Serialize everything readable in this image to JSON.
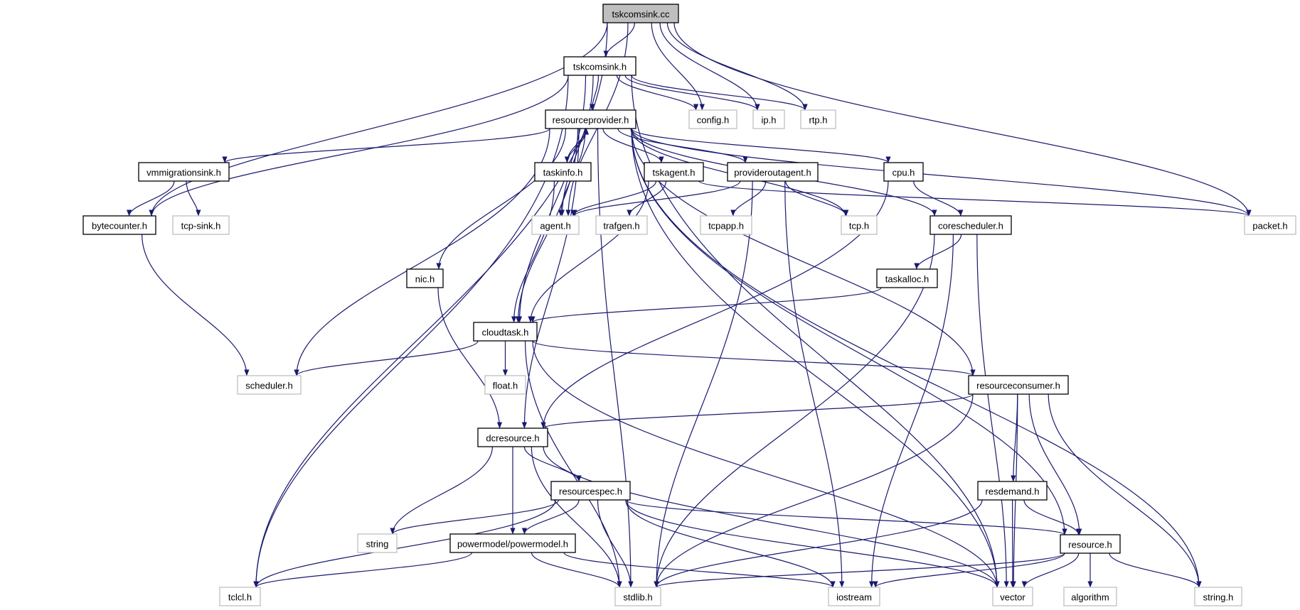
{
  "title": "tskcomsink.cc include dependency graph",
  "colors": {
    "edge": "#191970",
    "root_fill": "#bfbfbf",
    "internal_border": "#000000",
    "external_border": "#bfbfbf"
  },
  "nodes": [
    {
      "id": "tskcomsink_cc",
      "label": "tskcomsink.cc",
      "kind": "root"
    },
    {
      "id": "tskcomsink_h",
      "label": "tskcomsink.h",
      "kind": "internal"
    },
    {
      "id": "resourceprovider_h",
      "label": "resourceprovider.h",
      "kind": "internal"
    },
    {
      "id": "config_h",
      "label": "config.h",
      "kind": "external"
    },
    {
      "id": "ip_h",
      "label": "ip.h",
      "kind": "external"
    },
    {
      "id": "rtp_h",
      "label": "rtp.h",
      "kind": "external"
    },
    {
      "id": "vmmigrationsink_h",
      "label": "vmmigrationsink.h",
      "kind": "internal"
    },
    {
      "id": "taskinfo_h",
      "label": "taskinfo.h",
      "kind": "internal"
    },
    {
      "id": "tskagent_h",
      "label": "tskagent.h",
      "kind": "internal"
    },
    {
      "id": "provideroutagent_h",
      "label": "provideroutagent.h",
      "kind": "internal"
    },
    {
      "id": "cpu_h",
      "label": "cpu.h",
      "kind": "internal"
    },
    {
      "id": "bytecounter_h",
      "label": "bytecounter.h",
      "kind": "internal"
    },
    {
      "id": "tcp_sink_h",
      "label": "tcp-sink.h",
      "kind": "external"
    },
    {
      "id": "agent_h",
      "label": "agent.h",
      "kind": "external"
    },
    {
      "id": "trafgen_h",
      "label": "trafgen.h",
      "kind": "external"
    },
    {
      "id": "tcpapp_h",
      "label": "tcpapp.h",
      "kind": "external"
    },
    {
      "id": "tcp_h",
      "label": "tcp.h",
      "kind": "external"
    },
    {
      "id": "corescheduler_h",
      "label": "corescheduler.h",
      "kind": "internal"
    },
    {
      "id": "packet_h",
      "label": "packet.h",
      "kind": "external"
    },
    {
      "id": "nic_h",
      "label": "nic.h",
      "kind": "internal"
    },
    {
      "id": "taskalloc_h",
      "label": "taskalloc.h",
      "kind": "internal"
    },
    {
      "id": "cloudtask_h",
      "label": "cloudtask.h",
      "kind": "internal"
    },
    {
      "id": "scheduler_h",
      "label": "scheduler.h",
      "kind": "external"
    },
    {
      "id": "float_h",
      "label": "float.h",
      "kind": "external"
    },
    {
      "id": "resourceconsumer_h",
      "label": "resourceconsumer.h",
      "kind": "internal"
    },
    {
      "id": "dcresource_h",
      "label": "dcresource.h",
      "kind": "internal"
    },
    {
      "id": "resourcespec_h",
      "label": "resourcespec.h",
      "kind": "internal"
    },
    {
      "id": "resdemand_h",
      "label": "resdemand.h",
      "kind": "internal"
    },
    {
      "id": "string",
      "label": "string",
      "kind": "external"
    },
    {
      "id": "powermodel_h",
      "label": "powermodel/powermodel.h",
      "kind": "internal"
    },
    {
      "id": "resource_h",
      "label": "resource.h",
      "kind": "internal"
    },
    {
      "id": "tclcl_h",
      "label": "tclcl.h",
      "kind": "external"
    },
    {
      "id": "stdlib_h",
      "label": "stdlib.h",
      "kind": "external"
    },
    {
      "id": "iostream",
      "label": "iostream",
      "kind": "external"
    },
    {
      "id": "vector",
      "label": "vector",
      "kind": "external"
    },
    {
      "id": "algorithm",
      "label": "algorithm",
      "kind": "external"
    },
    {
      "id": "string_h",
      "label": "string.h",
      "kind": "external"
    }
  ],
  "edges": [
    [
      "tskcomsink_cc",
      "tskcomsink_h"
    ],
    [
      "tskcomsink_cc",
      "config_h"
    ],
    [
      "tskcomsink_cc",
      "ip_h"
    ],
    [
      "tskcomsink_cc",
      "rtp_h"
    ],
    [
      "tskcomsink_cc",
      "packet_h"
    ],
    [
      "tskcomsink_cc",
      "agent_h"
    ],
    [
      "tskcomsink_cc",
      "bytecounter_h"
    ],
    [
      "tskcomsink_cc",
      "tclcl_h"
    ],
    [
      "tskcomsink_h",
      "resourceprovider_h"
    ],
    [
      "tskcomsink_h",
      "config_h"
    ],
    [
      "tskcomsink_h",
      "ip_h"
    ],
    [
      "tskcomsink_h",
      "rtp_h"
    ],
    [
      "tskcomsink_h",
      "agent_h"
    ],
    [
      "tskcomsink_h",
      "bytecounter_h"
    ],
    [
      "tskcomsink_h",
      "cloudtask_h"
    ],
    [
      "tskcomsink_h",
      "tclcl_h"
    ],
    [
      "tskcomsink_h",
      "vector"
    ],
    [
      "resourceprovider_h",
      "vmmigrationsink_h"
    ],
    [
      "resourceprovider_h",
      "taskinfo_h"
    ],
    [
      "resourceprovider_h",
      "tskagent_h"
    ],
    [
      "resourceprovider_h",
      "provideroutagent_h"
    ],
    [
      "resourceprovider_h",
      "cpu_h"
    ],
    [
      "resourceprovider_h",
      "agent_h"
    ],
    [
      "resourceprovider_h",
      "tcp_h"
    ],
    [
      "resourceprovider_h",
      "corescheduler_h"
    ],
    [
      "resourceprovider_h",
      "packet_h"
    ],
    [
      "resourceprovider_h",
      "nic_h"
    ],
    [
      "resourceprovider_h",
      "cloudtask_h"
    ],
    [
      "resourceprovider_h",
      "scheduler_h"
    ],
    [
      "resourceprovider_h",
      "resourceconsumer_h"
    ],
    [
      "resourceprovider_h",
      "dcresource_h"
    ],
    [
      "resourceprovider_h",
      "resource_h"
    ],
    [
      "resourceprovider_h",
      "stdlib_h"
    ],
    [
      "resourceprovider_h",
      "string_h"
    ],
    [
      "resourceprovider_h",
      "vector"
    ],
    [
      "taskinfo_h",
      "resourceprovider_h"
    ],
    [
      "taskinfo_h",
      "cloudtask_h"
    ],
    [
      "vmmigrationsink_h",
      "bytecounter_h"
    ],
    [
      "vmmigrationsink_h",
      "tcp_sink_h"
    ],
    [
      "bytecounter_h",
      "scheduler_h"
    ],
    [
      "tskagent_h",
      "agent_h"
    ],
    [
      "tskagent_h",
      "trafgen_h"
    ],
    [
      "tskagent_h",
      "packet_h"
    ],
    [
      "tskagent_h",
      "cloudtask_h"
    ],
    [
      "provideroutagent_h",
      "agent_h"
    ],
    [
      "provideroutagent_h",
      "tcpapp_h"
    ],
    [
      "provideroutagent_h",
      "tcp_h"
    ],
    [
      "provideroutagent_h",
      "stdlib_h"
    ],
    [
      "provideroutagent_h",
      "iostream"
    ],
    [
      "cpu_h",
      "corescheduler_h"
    ],
    [
      "cpu_h",
      "dcresource_h"
    ],
    [
      "corescheduler_h",
      "taskalloc_h"
    ],
    [
      "corescheduler_h",
      "stdlib_h"
    ],
    [
      "corescheduler_h",
      "iostream"
    ],
    [
      "corescheduler_h",
      "vector"
    ],
    [
      "taskalloc_h",
      "cloudtask_h"
    ],
    [
      "nic_h",
      "dcresource_h"
    ],
    [
      "cloudtask_h",
      "scheduler_h"
    ],
    [
      "cloudtask_h",
      "float_h"
    ],
    [
      "cloudtask_h",
      "resourceconsumer_h"
    ],
    [
      "cloudtask_h",
      "stdlib_h"
    ],
    [
      "cloudtask_h",
      "vector"
    ],
    [
      "resourceconsumer_h",
      "dcresource_h"
    ],
    [
      "resourceconsumer_h",
      "resdemand_h"
    ],
    [
      "resourceconsumer_h",
      "resource_h"
    ],
    [
      "resourceconsumer_h",
      "stdlib_h"
    ],
    [
      "resourceconsumer_h",
      "vector"
    ],
    [
      "resourceconsumer_h",
      "string_h"
    ],
    [
      "dcresource_h",
      "resourcespec_h"
    ],
    [
      "dcresource_h",
      "powermodel_h"
    ],
    [
      "dcresource_h",
      "string"
    ],
    [
      "dcresource_h",
      "stdlib_h"
    ],
    [
      "dcresource_h",
      "vector"
    ],
    [
      "resourcespec_h",
      "powermodel_h"
    ],
    [
      "resourcespec_h",
      "string"
    ],
    [
      "resourcespec_h",
      "resource_h"
    ],
    [
      "resourcespec_h",
      "tclcl_h"
    ],
    [
      "resourcespec_h",
      "stdlib_h"
    ],
    [
      "resourcespec_h",
      "iostream"
    ],
    [
      "resourcespec_h",
      "vector"
    ],
    [
      "resdemand_h",
      "resource_h"
    ],
    [
      "resdemand_h",
      "stdlib_h"
    ],
    [
      "resdemand_h",
      "vector"
    ],
    [
      "powermodel_h",
      "tclcl_h"
    ],
    [
      "powermodel_h",
      "stdlib_h"
    ],
    [
      "powermodel_h",
      "iostream"
    ],
    [
      "resource_h",
      "stdlib_h"
    ],
    [
      "resource_h",
      "iostream"
    ],
    [
      "resource_h",
      "vector"
    ],
    [
      "resource_h",
      "algorithm"
    ],
    [
      "resource_h",
      "string_h"
    ]
  ]
}
